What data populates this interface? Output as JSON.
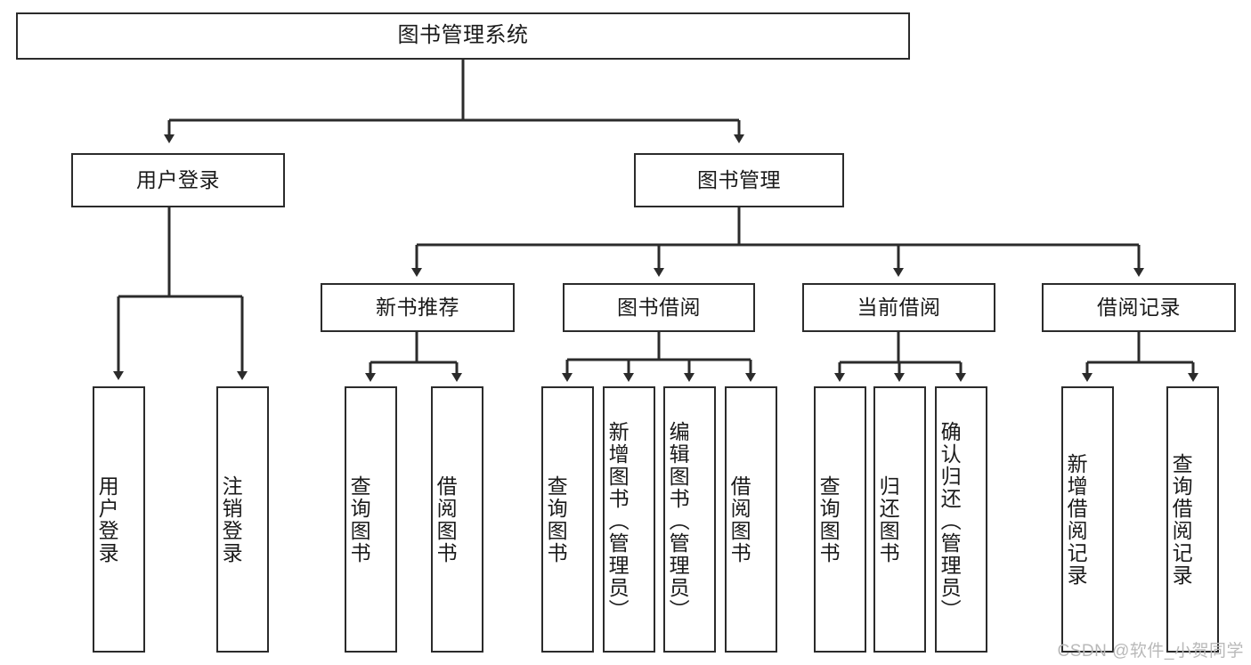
{
  "diagram": {
    "title": "图书管理系统",
    "type": "tree-hierarchy-chart",
    "stroke_color": "#2b2b2b",
    "background_color": "#ffffff",
    "text_color": "#1a1a1a"
  },
  "nodes": {
    "root": {
      "label": "图书管理系统"
    },
    "level1": [
      {
        "label": "用户登录"
      },
      {
        "label": "图书管理"
      }
    ],
    "level2": [
      {
        "label": "新书推荐"
      },
      {
        "label": "图书借阅"
      },
      {
        "label": "当前借阅"
      },
      {
        "label": "借阅记录"
      }
    ],
    "leaves": {
      "user_login": [
        {
          "label": "用户登录"
        },
        {
          "label": "注销登录"
        }
      ],
      "new_book_recommend": [
        {
          "label": "查询图书"
        },
        {
          "label": "借阅图书"
        }
      ],
      "book_borrow": [
        {
          "label": "查询图书"
        },
        {
          "label": "新增图书（管理员）"
        },
        {
          "label": "编辑图书（管理员）"
        },
        {
          "label": "借阅图书"
        }
      ],
      "current_borrow": [
        {
          "label": "查询图书"
        },
        {
          "label": "归还图书"
        },
        {
          "label": "确认归还（管理员）"
        }
      ],
      "borrow_record": [
        {
          "label": "新增借阅记录"
        },
        {
          "label": "查询借阅记录"
        }
      ]
    }
  },
  "watermark": {
    "text": "CSDN @软件_小贺同学"
  }
}
